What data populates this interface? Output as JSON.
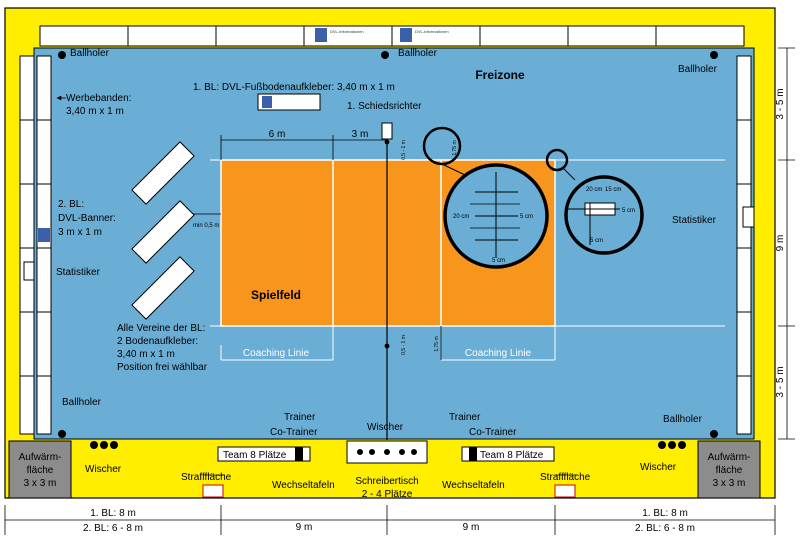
{
  "labels": {
    "freizone": "Freizone",
    "spielfeld": "Spielfeld",
    "ballholer": "Ballholer",
    "statistiker": "Statistiker",
    "werbebanden": "Werbebanden:",
    "werbebanden_size": "3,40 m x 1 m",
    "bl1_sticker": "1. BL:  DVL-Fußbodenaufkleber: 3,40 m x 1 m",
    "schiedsrichter": "1. Schiedsrichter",
    "bl2_banner_1": "2. BL:",
    "bl2_banner_2": "DVL-Banner:",
    "bl2_banner_3": "3 m x 1 m",
    "vereine_1": "Alle Vereine der BL:",
    "vereine_2": "2 Bodenaufkleber:",
    "vereine_3": "3,40 m x 1 m",
    "vereine_4": "Position frei wählbar",
    "coaching": "Coaching Linie",
    "trainer": "Trainer",
    "co_trainer": "Co-Trainer",
    "team": "Team 8 Plätze",
    "wischer": "Wischer",
    "schreibertisch_1": "Schreibertisch",
    "schreibertisch_2": "2 - 4 Plätze",
    "wechseltafeln": "Wechseltafeln",
    "strafflaeche": "Strafffläche",
    "aufwaerm_1": "Aufwärm-",
    "aufwaerm_2": "fläche",
    "aufwaerm_3": "3 x 3 m",
    "m6": "6 m",
    "m3": "3 m",
    "m9": "9 m",
    "m35": "3 - 5 m",
    "bl1_8m": "1. BL: 8 m",
    "bl2_68m": "2. BL: 6 - 8 m",
    "min05": "min 0,5 m",
    "d05_1m": "0,5 - 1 m",
    "d175": "1,75 m",
    "d20cm": "20 cm",
    "d15cm": "15 cm",
    "d5cm": "5 cm",
    "d5cm_b": "5 cm",
    "d20cm_b": "20 cm",
    "d5cm_c": "5 cm",
    "d5cm_d": "5 cm",
    "sign_text": "DVL-Informationen"
  },
  "colors": {
    "yellow": "#ffee00",
    "blue": "#6aaed6",
    "orange": "#f7951d",
    "gray": "#8c8c8c"
  }
}
